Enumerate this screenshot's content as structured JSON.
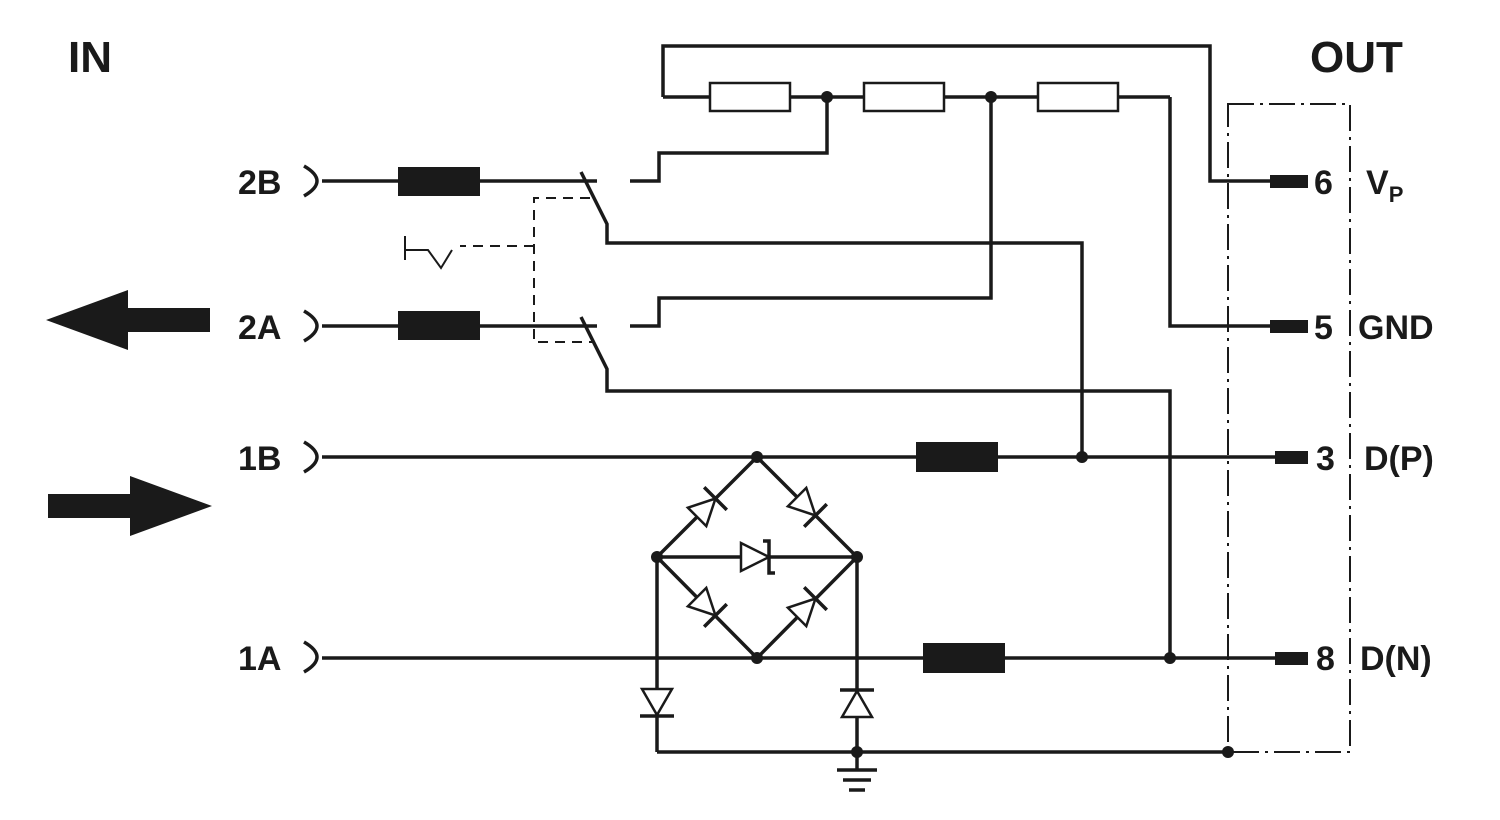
{
  "headers": {
    "in": "IN",
    "out": "OUT"
  },
  "inputs": {
    "in_2b": "2B",
    "in_2a": "2A",
    "in_1b": "1B",
    "in_1a": "1A"
  },
  "outputs": {
    "pin6": {
      "num": "6",
      "label": "V",
      "sub": "P"
    },
    "pin5": {
      "num": "5",
      "label": "GND"
    },
    "pin3": {
      "num": "3",
      "label": "D(P)"
    },
    "pin8": {
      "num": "8",
      "label": "D(N)"
    }
  },
  "colors": {
    "ink": "#1a1a1a",
    "background": "#ffffff"
  },
  "icons": {
    "left_arrow": "left-arrow-icon",
    "right_arrow": "right-arrow-icon",
    "ground": "ground-icon",
    "relay": "relay-coil-icon"
  }
}
